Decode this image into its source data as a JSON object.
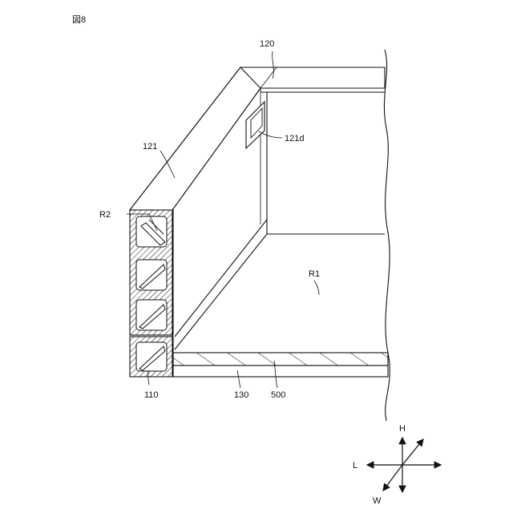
{
  "figure": {
    "title": "図8"
  },
  "labels": {
    "top_frame": "120",
    "side_wall": "121",
    "opening": "121d",
    "section": "R2",
    "interior": "R1",
    "base": "110",
    "floor_layer": "130",
    "floor_panel": "500"
  },
  "axes": {
    "up": "H",
    "left": "L",
    "down_left": "W"
  }
}
